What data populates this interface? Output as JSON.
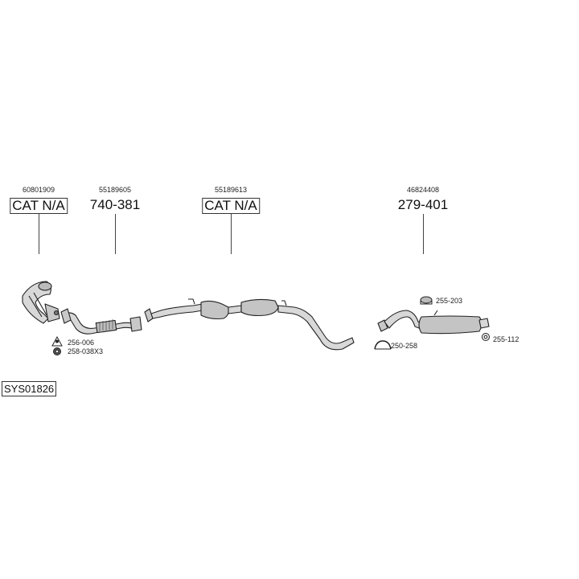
{
  "parts": [
    {
      "oem": "60801909",
      "label": "CAT N/A",
      "boxed": true
    },
    {
      "oem": "55189605",
      "label": "740-381",
      "boxed": false
    },
    {
      "oem": "55189613",
      "label": "CAT N/A",
      "boxed": true
    },
    {
      "oem": "46824408",
      "label": "279-401",
      "boxed": false
    }
  ],
  "accessories": [
    {
      "code": "256-006"
    },
    {
      "code": "258-038X3"
    },
    {
      "code": "255-203"
    },
    {
      "code": "250-258"
    },
    {
      "code": "255-112"
    }
  ],
  "system_code": "SYS01826"
}
